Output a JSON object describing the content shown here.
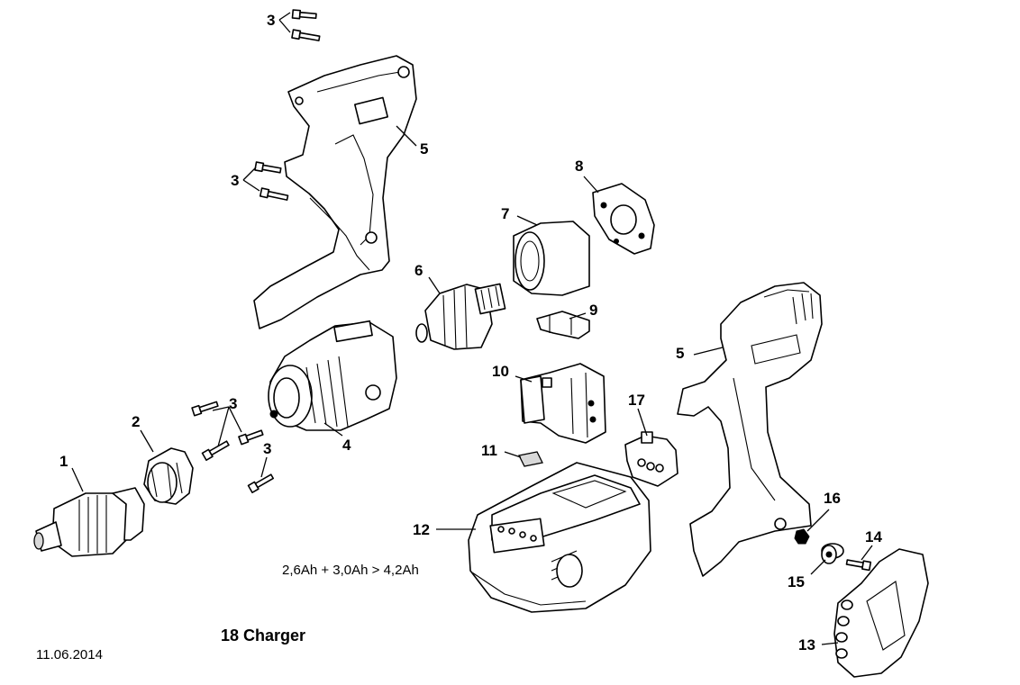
{
  "callouts": [
    {
      "id": "c1",
      "text": "1"
    },
    {
      "id": "c2",
      "text": "2"
    },
    {
      "id": "c3a",
      "text": "3"
    },
    {
      "id": "c3b",
      "text": "3"
    },
    {
      "id": "c3c",
      "text": "3"
    },
    {
      "id": "c3d",
      "text": "3"
    },
    {
      "id": "c4",
      "text": "4"
    },
    {
      "id": "c5a",
      "text": "5"
    },
    {
      "id": "c5b",
      "text": "5"
    },
    {
      "id": "c6",
      "text": "6"
    },
    {
      "id": "c7",
      "text": "7"
    },
    {
      "id": "c8",
      "text": "8"
    },
    {
      "id": "c9",
      "text": "9"
    },
    {
      "id": "c10",
      "text": "10"
    },
    {
      "id": "c11",
      "text": "11"
    },
    {
      "id": "c12",
      "text": "12"
    },
    {
      "id": "c13",
      "text": "13"
    },
    {
      "id": "c14",
      "text": "14"
    },
    {
      "id": "c15",
      "text": "15"
    },
    {
      "id": "c16",
      "text": "16"
    },
    {
      "id": "c17",
      "text": "17"
    }
  ],
  "notes": {
    "battery_options": "2,6Ah + 3,0Ah > 4,2Ah",
    "charger": "18 Charger",
    "date": "11.06.2014"
  }
}
